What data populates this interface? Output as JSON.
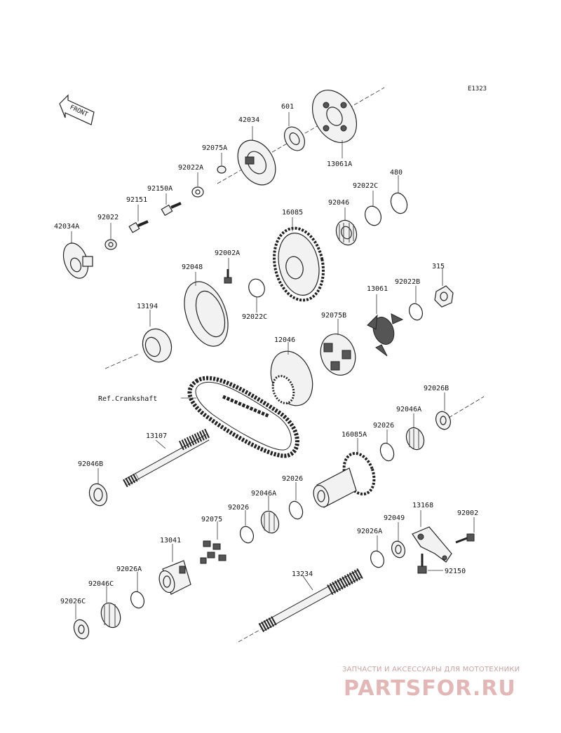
{
  "diagram_code": "E1323",
  "front_label": "FRONT",
  "ref_label": "Ref.Crankshaft",
  "labels": {
    "l42034": "42034",
    "l601": "601",
    "l92075A": "92075A",
    "l92022A": "92022A",
    "l13061A": "13061A",
    "l480": "480",
    "l92022C_top": "92022C",
    "l92150A": "92150A",
    "l92151": "92151",
    "l92022": "92022",
    "l42034A": "42034A",
    "l16085": "16085",
    "l92046": "92046",
    "l92002A": "92002A",
    "l92048": "92048",
    "l315": "315",
    "l92022B": "92022B",
    "l13061": "13061",
    "l13194": "13194",
    "l92022C_mid": "92022C",
    "l92075B": "92075B",
    "l12046": "12046",
    "l92026B": "92026B",
    "l92046A_right": "92046A",
    "l92026_right": "92026",
    "l16085A": "16085A",
    "l13107": "13107",
    "l92046B": "92046B",
    "l92026_mid": "92026",
    "l92046A_mid": "92046A",
    "l92026_left": "92026",
    "l92075": "92075",
    "l13168": "13168",
    "l92002": "92002",
    "l92049": "92049",
    "l92026A_right": "92026A",
    "l13041": "13041",
    "l92026A_left": "92026A",
    "l92046C": "92046C",
    "l92026C": "92026C",
    "l13234": "13234",
    "l92150": "92150"
  },
  "watermark": {
    "tagline": "ЗАПЧАСТИ И АКСЕССУАРЫ ДЛЯ МОТОТЕХНИКИ",
    "logo": "PARTSFOR.RU"
  }
}
